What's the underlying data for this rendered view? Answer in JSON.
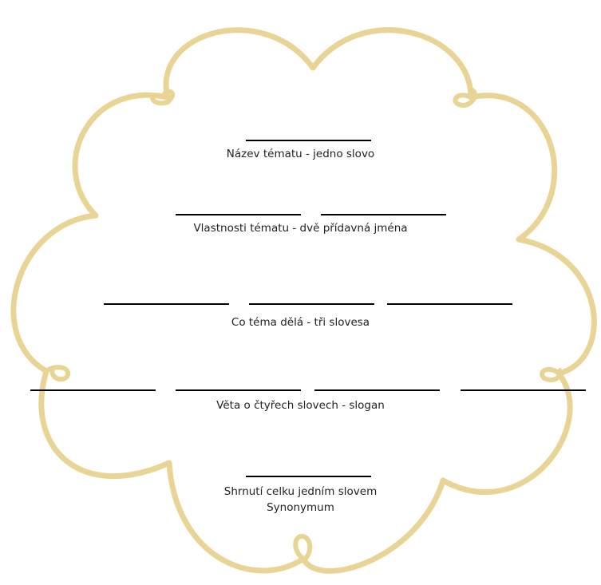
{
  "colors": {
    "cloud_stroke": "#e8d595",
    "line": "#000000",
    "text": "#222222",
    "background": "#ffffff"
  },
  "rows": [
    {
      "id": "name",
      "blanks": 1,
      "caption": "Název tématu - jedno slovo"
    },
    {
      "id": "properties",
      "blanks": 2,
      "caption": "Vlastnosti tématu - dvě přídavná jména"
    },
    {
      "id": "actions",
      "blanks": 3,
      "caption": "Co téma dělá - tři slovesa"
    },
    {
      "id": "sentence",
      "blanks": 4,
      "caption": "Věta o čtyřech slovech - slogan"
    },
    {
      "id": "summary",
      "blanks": 1,
      "caption": "Shrnutí celku jedním slovem",
      "caption2": "Synonymum"
    }
  ]
}
